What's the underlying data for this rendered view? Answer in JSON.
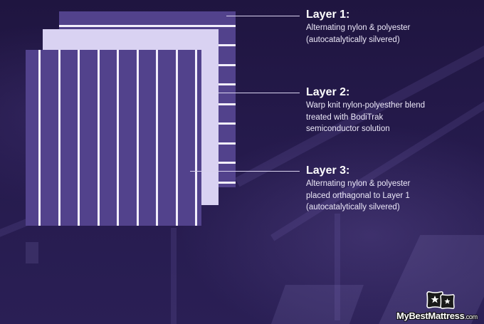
{
  "diagram": {
    "colors": {
      "background": "#221746",
      "layer_purple": "#52428c",
      "layer_lavender": "#d9d2f2",
      "stripe": "#f2eefc",
      "leader_line": "#d8d2ee",
      "text": "#ffffff"
    },
    "layers": [
      {
        "title": "Layer 1:",
        "description": "Alternating nylon & polyester\n(autocatalytically silvered)",
        "stripe_orientation": "horizontal"
      },
      {
        "title": "Layer 2:",
        "description": "Warp knit nylon-polyesther blend\ntreated with BodiTrak\nsemiconductor solution",
        "stripe_orientation": "none"
      },
      {
        "title": "Layer 3:",
        "description": "Alternating nylon & polyester\nplaced orthagonal to Layer 1\n(autocatalytically silvered)",
        "stripe_orientation": "vertical"
      }
    ]
  },
  "logo": {
    "icon": "pillows-with-stars-icon",
    "brand": "MyBestMattress",
    "domain_suffix": ".com"
  }
}
